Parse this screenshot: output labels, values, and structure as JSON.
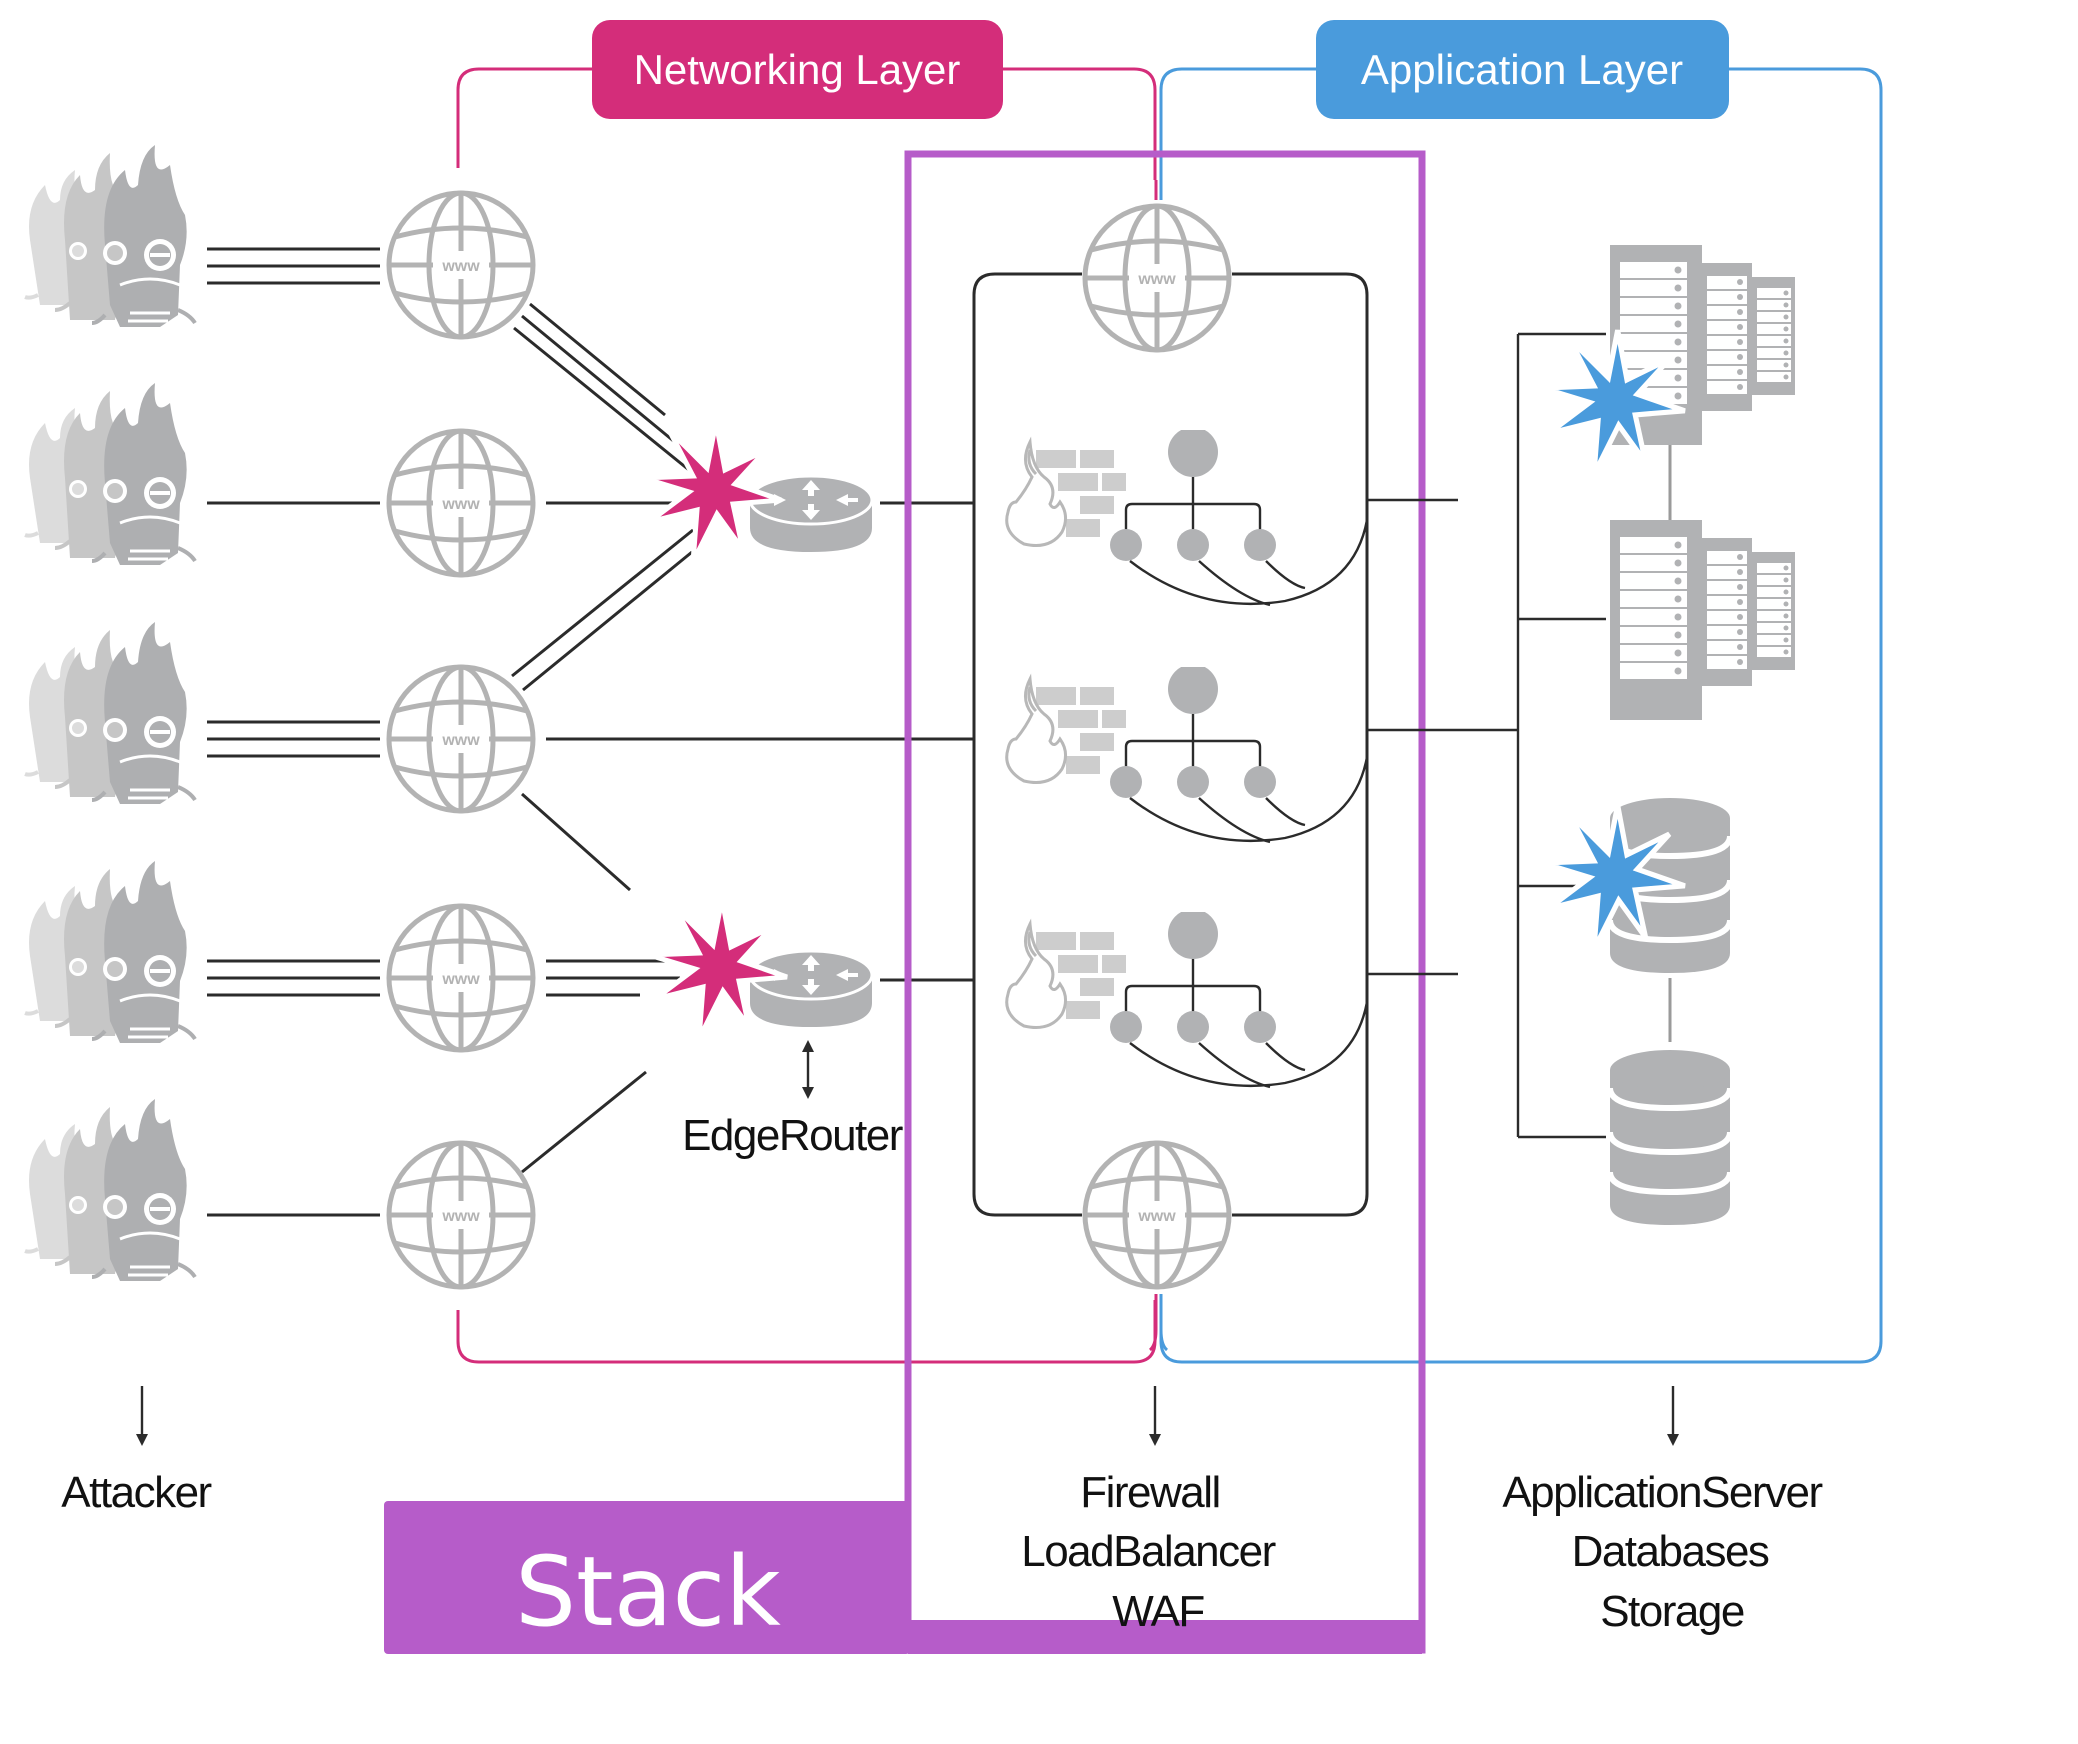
{
  "title": "DDoS attack path across Networking and Application layers",
  "colors": {
    "networking_layer": "#d42d7a",
    "application_layer": "#4a9bdc",
    "stack": "#b65cc9",
    "attack_star_network": "#d42d7a",
    "attack_star_application": "#4a9bdc",
    "icon_gray": "#b1b2b4",
    "line": "#2b2b2b"
  },
  "badges": {
    "networking": "Networking Layer",
    "application": "Application Layer"
  },
  "stack": {
    "label": "Stack"
  },
  "nodes": {
    "attackers": {
      "count": 5,
      "icon": "minion-attacker-icon"
    },
    "internet_globes": {
      "count": 5,
      "icon": "www-globe-icon",
      "text": "www"
    },
    "edge_routers": {
      "count": 2,
      "icon": "router-icon"
    },
    "firewall_groups": {
      "count": 3,
      "icon": "firewall-icon",
      "loadbalancer_icon": "load-balancer-icon"
    },
    "inner_globes": {
      "count": 2,
      "text": "www"
    },
    "app_servers": {
      "count": 2,
      "icon": "server-rack-icon"
    },
    "databases": {
      "count": 2,
      "icon": "database-icon"
    },
    "attack_bursts": [
      {
        "target": "edge-router-1",
        "color": "pink"
      },
      {
        "target": "edge-router-2",
        "color": "pink"
      },
      {
        "target": "app-server-1",
        "color": "blue"
      },
      {
        "target": "database-1",
        "color": "blue"
      }
    ]
  },
  "labels": {
    "attacker": "Attacker",
    "edge_router": "EdgeRouter",
    "security_lines": [
      "Firewall",
      "LoadBalancer",
      "WAF"
    ],
    "app_lines": [
      "ApplicationServer",
      "Databases",
      "Storage"
    ]
  }
}
